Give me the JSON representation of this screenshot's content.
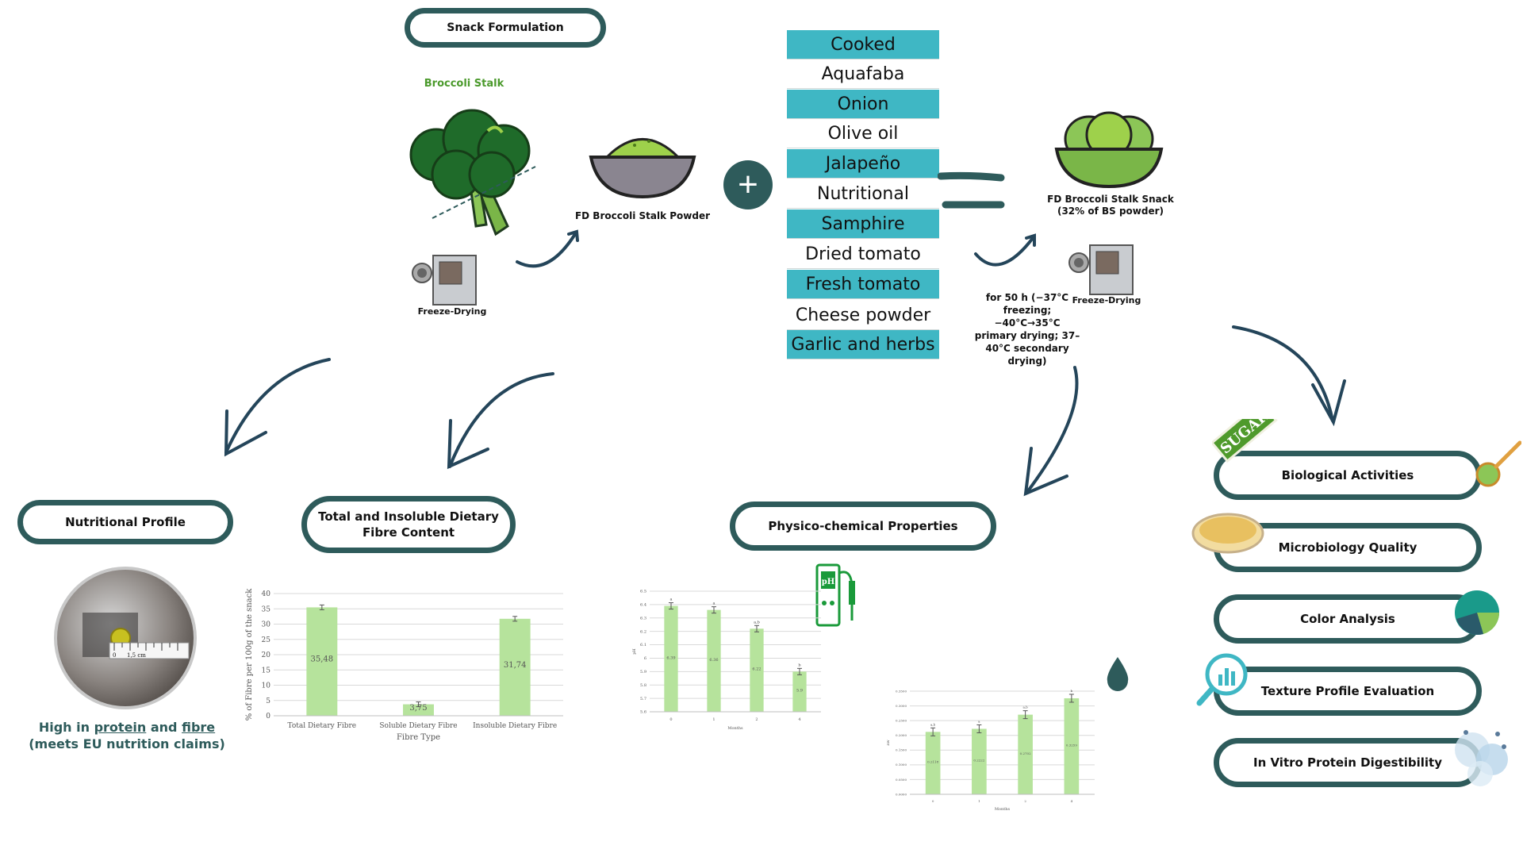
{
  "title": "Snack Formulation",
  "broccoli_label": "Broccoli Stalk",
  "freeze_drying_label": "Freeze-Drying",
  "powder_label": "FD Broccoli Stalk Powder",
  "ingredients": [
    "Cooked",
    "Aquafaba",
    "Onion",
    "Olive oil",
    "Jalapeño",
    "Nutritional",
    "Samphire",
    "Dried tomato",
    "Fresh tomato",
    "Cheese powder",
    "Garlic and herbs"
  ],
  "snack_label_line1": "FD Broccoli Stalk Snack",
  "snack_label_line2": "(32% of BS powder)",
  "freeze_drying_label2": "Freeze-Drying",
  "drying_conditions": [
    "for 50 h (−37°C",
    "freezing;",
    "−40°C→35°C",
    "primary drying; 37–",
    "40°C secondary",
    "drying)"
  ],
  "sections": {
    "nutritional": "Nutritional Profile",
    "fibre_line1": "Total and Insoluble Dietary",
    "fibre_line2": "Fibre Content",
    "physico": "Physico-chemical Properties"
  },
  "right_pills": [
    "Biological Activities",
    "Microbiology Quality",
    "Color Analysis",
    "Texture Profile Evaluation",
    "In Vitro Protein Digestibility"
  ],
  "sugar_tag": "SUGAR",
  "ruler_text": "1,5 cm",
  "ruler_zero": "0",
  "claim": {
    "pre": "High in ",
    "protein": "protein",
    "mid": " and ",
    "fibre": "fibre",
    "line2": "(meets EU nutrition claims)"
  },
  "ph_icon_text": "pH",
  "chart_data": [
    {
      "type": "bar",
      "categories": [
        "Total Dietary Fibre",
        "Soluble Dietary Fibre",
        "Insoluble Dietary Fibre"
      ],
      "values": [
        35.48,
        3.75,
        31.74
      ],
      "value_labels": [
        "35,48",
        "3,75",
        "31,74"
      ],
      "xlabel": "Fibre Type",
      "ylabel": "% of Fibre per 100g of the snack",
      "ylim": [
        0,
        40
      ],
      "yticks": [
        "0",
        "5",
        "10",
        "15",
        "20",
        "25",
        "30",
        "35",
        "40"
      ],
      "color": "#b6e39c"
    },
    {
      "type": "bar",
      "categories": [
        "0",
        "1",
        "2",
        "4"
      ],
      "values": [
        6.39,
        6.36,
        6.22,
        5.9
      ],
      "value_labels": [
        "6.39",
        "6.36",
        "6.22",
        "5.9"
      ],
      "letters": [
        "a",
        "a",
        "a,b",
        "b"
      ],
      "xlabel": "Months",
      "ylabel": "pH",
      "ylim": [
        5.6,
        6.5
      ],
      "yticks": [
        "5.6",
        "5.7",
        "5.8",
        "5.9",
        "6",
        "6.1",
        "6.2",
        "6.3",
        "6.4",
        "6.5"
      ],
      "color": "#b6e39c"
    },
    {
      "type": "bar",
      "categories": [
        "0",
        "1",
        "2",
        "4"
      ],
      "values": [
        0.2118,
        0.2222,
        0.2702,
        0.3259
      ],
      "value_labels": [
        "0.2118",
        "0.2222",
        "0.2702",
        "0.3259"
      ],
      "letters": [
        "a,b",
        "a",
        "a,b",
        "b"
      ],
      "xlabel": "Months",
      "ylabel": "aw",
      "ylim": [
        0,
        0.35
      ],
      "yticks": [
        "0.0000",
        "0.0500",
        "0.1000",
        "0.1500",
        "0.2000",
        "0.2500",
        "0.3000",
        "0.3500"
      ],
      "color": "#b6e39c"
    }
  ],
  "colors": {
    "pill_border": "#2e5b5b",
    "teal": "#3fb7c4",
    "arrow": "#24455a",
    "broccoli": "#1f6b2a",
    "powder": "#9ed14b"
  }
}
